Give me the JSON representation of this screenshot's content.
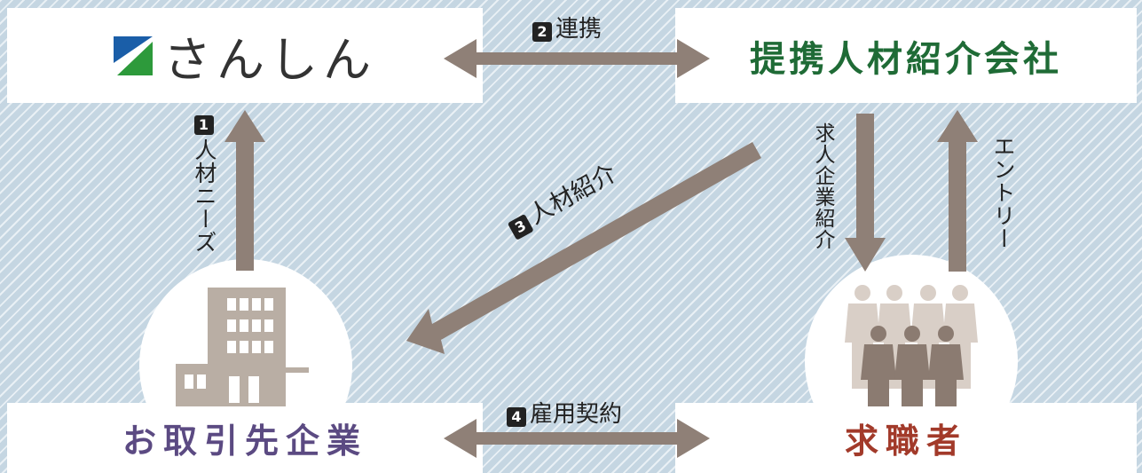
{
  "colors": {
    "arrow": "#8f8077",
    "sanshin_green": "#1f6b36",
    "client_purple": "#5b4a82",
    "seeker_red": "#a23a2a",
    "logo_blue": "#1a5ea8",
    "logo_green": "#2d9a3b"
  },
  "nodes": {
    "sanshin": {
      "label": "さんしん"
    },
    "partner": {
      "label": "提携人材紹介会社"
    },
    "client": {
      "label": "お取引先企業"
    },
    "seeker": {
      "label": "求職者"
    }
  },
  "flows": {
    "f1": {
      "num": "1",
      "label": "人材ニーズ"
    },
    "f2": {
      "num": "2",
      "label": "連携"
    },
    "f3": {
      "num": "3",
      "label": "人材紹介"
    },
    "f4": {
      "num": "4",
      "label": "雇用契約"
    },
    "job_intro": {
      "label": "求人企業紹介"
    },
    "entry": {
      "label": "エントリー"
    }
  },
  "icons": {
    "logo": "sanshin-logo-icon",
    "building": "office-building-icon",
    "people": "job-seekers-group-icon"
  }
}
